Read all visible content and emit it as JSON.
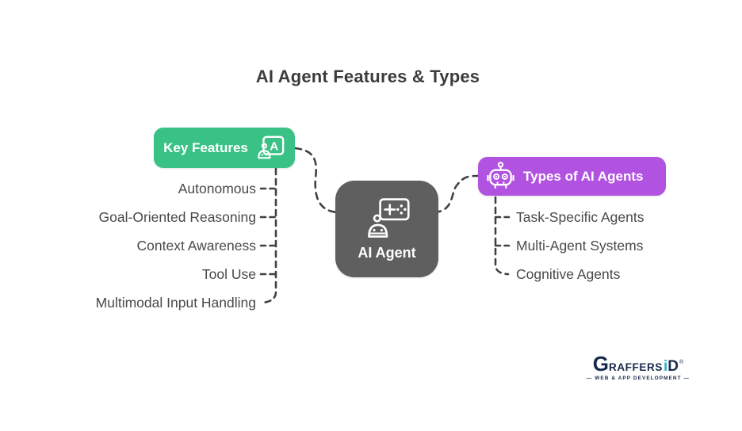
{
  "title": "AI Agent Features & Types",
  "center_node": {
    "label": "AI Agent",
    "color": "#5f5f5f",
    "icon": "ai-robot-chat-icon"
  },
  "left_branch": {
    "label": "Key Features",
    "color": "#3ac286",
    "icon": "robot-screen-a-icon",
    "icon_letter": "A",
    "items": [
      "Autonomous",
      "Goal-Oriented Reasoning",
      "Context Awareness",
      "Tool Use",
      "Multimodal Input Handling"
    ]
  },
  "right_branch": {
    "label": "Types of AI Agents",
    "color": "#b152e1",
    "icon": "robot-head-icon",
    "items": [
      "Task-Specific Agents",
      "Multi-Agent Systems",
      "Cognitive Agents"
    ]
  },
  "connector_color": "#414141",
  "logo": {
    "g": "G",
    "main": "RAFFERS",
    "i": "i",
    "d": "D",
    "reg": "®",
    "tagline": "— WEB & APP DEVELOPMENT —"
  }
}
